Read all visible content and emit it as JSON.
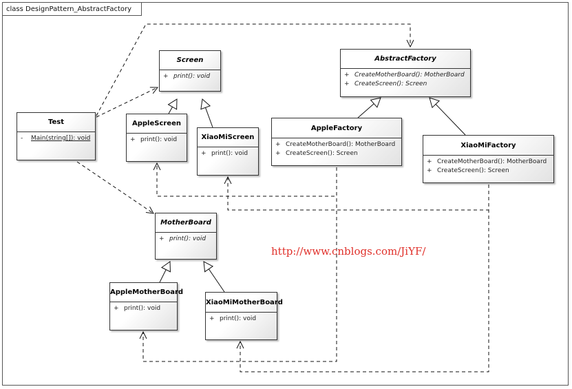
{
  "frame_label": "class DesignPattern_AbstractFactory",
  "watermark_text": "http://www.cnblogs.com/JiYF/",
  "colors": {
    "watermark": "#e0302a",
    "border": "#333333"
  },
  "classes": {
    "test": {
      "name": "Test",
      "abstract": false,
      "ops": [
        {
          "vis": "-",
          "sig": "Main(string[]): void",
          "abstract": false,
          "static": true
        }
      ]
    },
    "screen": {
      "name": "Screen",
      "abstract": true,
      "ops": [
        {
          "vis": "+",
          "sig": "print(): void",
          "abstract": true,
          "static": false
        }
      ]
    },
    "apple_screen": {
      "name": "AppleScreen",
      "abstract": false,
      "ops": [
        {
          "vis": "+",
          "sig": "print(): void",
          "abstract": false,
          "static": false
        }
      ]
    },
    "xiaomi_screen": {
      "name": "XiaoMiScreen",
      "abstract": false,
      "ops": [
        {
          "vis": "+",
          "sig": "print(): void",
          "abstract": false,
          "static": false
        }
      ]
    },
    "abstract_factory": {
      "name": "AbstractFactory",
      "abstract": true,
      "ops": [
        {
          "vis": "+",
          "sig": "CreateMotherBoard(): MotherBoard",
          "abstract": true,
          "static": false
        },
        {
          "vis": "+",
          "sig": "CreateScreen(): Screen",
          "abstract": true,
          "static": false
        }
      ]
    },
    "apple_factory": {
      "name": "AppleFactory",
      "abstract": false,
      "ops": [
        {
          "vis": "+",
          "sig": "CreateMotherBoard(): MotherBoard",
          "abstract": false,
          "static": false
        },
        {
          "vis": "+",
          "sig": "CreateScreen(): Screen",
          "abstract": false,
          "static": false
        }
      ]
    },
    "xiaomi_factory": {
      "name": "XiaoMiFactory",
      "abstract": false,
      "ops": [
        {
          "vis": "+",
          "sig": "CreateMotherBoard(): MotherBoard",
          "abstract": false,
          "static": false
        },
        {
          "vis": "+",
          "sig": "CreateScreen(): Screen",
          "abstract": false,
          "static": false
        }
      ]
    },
    "motherboard": {
      "name": "MotherBoard",
      "abstract": true,
      "ops": [
        {
          "vis": "+",
          "sig": "print(): void",
          "abstract": true,
          "static": false
        }
      ]
    },
    "apple_motherboard": {
      "name": "AppleMotherBoard",
      "abstract": false,
      "ops": [
        {
          "vis": "+",
          "sig": "print(): void",
          "abstract": false,
          "static": false
        }
      ]
    },
    "xiaomi_motherboard": {
      "name": "XiaoMiMotherBoard",
      "abstract": false,
      "ops": [
        {
          "vis": "+",
          "sig": "print(): void",
          "abstract": false,
          "static": false
        }
      ]
    }
  },
  "relations": [
    {
      "kind": "generalization",
      "from": "apple_screen",
      "to": "screen"
    },
    {
      "kind": "generalization",
      "from": "xiaomi_screen",
      "to": "screen"
    },
    {
      "kind": "generalization",
      "from": "apple_factory",
      "to": "abstract_factory"
    },
    {
      "kind": "generalization",
      "from": "xiaomi_factory",
      "to": "abstract_factory"
    },
    {
      "kind": "generalization",
      "from": "apple_motherboard",
      "to": "motherboard"
    },
    {
      "kind": "generalization",
      "from": "xiaomi_motherboard",
      "to": "motherboard"
    },
    {
      "kind": "dependency",
      "from": "test",
      "to": "screen"
    },
    {
      "kind": "dependency",
      "from": "test",
      "to": "abstract_factory"
    },
    {
      "kind": "dependency",
      "from": "test",
      "to": "motherboard"
    },
    {
      "kind": "dependency",
      "from": "apple_factory",
      "to": "apple_screen"
    },
    {
      "kind": "dependency",
      "from": "apple_factory",
      "to": "apple_motherboard"
    },
    {
      "kind": "dependency",
      "from": "xiaomi_factory",
      "to": "xiaomi_screen"
    },
    {
      "kind": "dependency",
      "from": "xiaomi_factory",
      "to": "xiaomi_motherboard"
    }
  ]
}
